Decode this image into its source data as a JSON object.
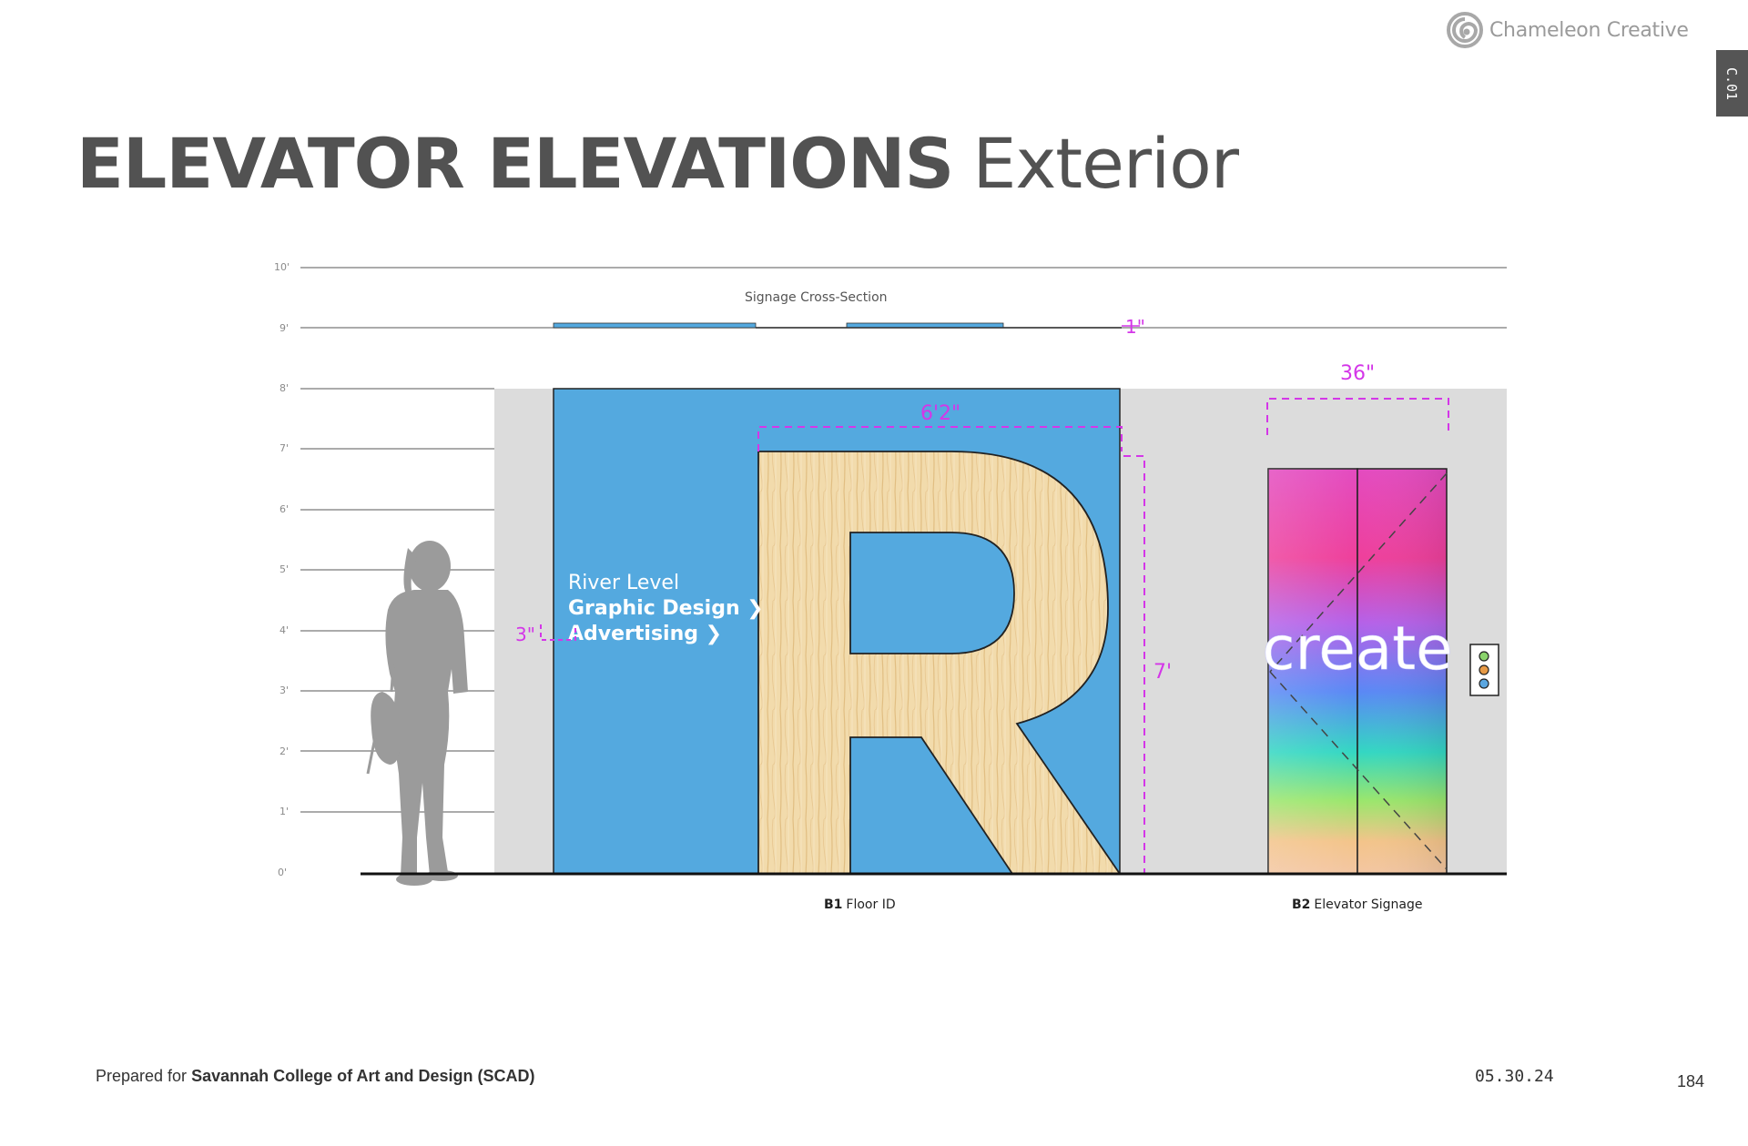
{
  "brand": {
    "name": "Chameleon Creative",
    "logo_icon": "spiral-icon"
  },
  "section_tab": "C.01",
  "title": {
    "bold": "ELEVATOR ELEVATIONS",
    "light": "Exterior"
  },
  "height_scale": [
    "0'",
    "1'",
    "2'",
    "3'",
    "4'",
    "5'",
    "6'",
    "7'",
    "8'",
    "9'",
    "10'"
  ],
  "cross_section_label": "Signage Cross-Section",
  "dimensions": {
    "cross_section_depth": "1\"",
    "floor_id_width": "6'2\"",
    "floor_id_height": "7'",
    "text_height": "3\"",
    "elevator_sign_width": "36\""
  },
  "floor_id_sign": {
    "letter": "R",
    "level": "River Level",
    "items": [
      "Graphic Design ❯",
      "Advertising ❯"
    ]
  },
  "elevator_sign": {
    "word": "create"
  },
  "captions": [
    {
      "code": "B1",
      "label": "Floor ID"
    },
    {
      "code": "B2",
      "label": "Elevator Signage"
    }
  ],
  "colors": {
    "sign_blue": "#54A9DF",
    "dimension_magenta": "#D436E8",
    "wall_gray": "#DCDCDC",
    "wood": "#F1D9A9",
    "figure_gray": "#9B9B9B"
  },
  "footer": {
    "prepared_prefix": "Prepared for",
    "client": "Savannah College of Art and Design (SCAD)",
    "date": "05.30.24",
    "page": "184"
  }
}
